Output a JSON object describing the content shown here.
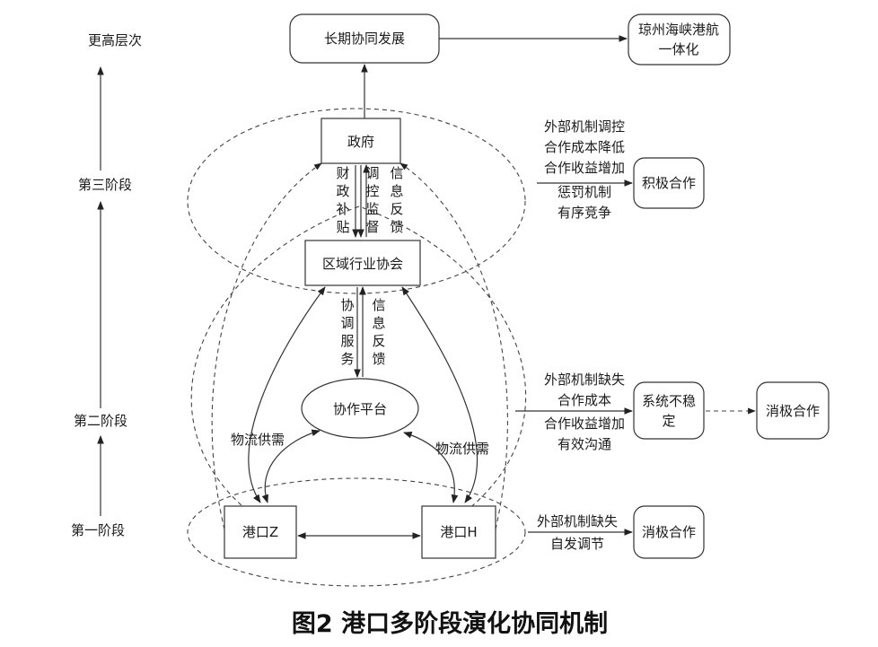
{
  "levels": {
    "higher": "更高层次",
    "stage3": "第三阶段",
    "stage2": "第二阶段",
    "stage1": "第一阶段"
  },
  "nodes": {
    "long_term": "长期协同发展",
    "integration": "琼州海峡港航一体化",
    "government": "政府",
    "association": "区域行业协会",
    "platform": "协作平台",
    "port_z": "港口Z",
    "port_h": "港口H",
    "positive": "积极合作",
    "unstable": "系统不稳定",
    "negative_mid": "消极合作",
    "negative_low": "消极合作"
  },
  "edge_labels": {
    "subsidy": "财政补贴",
    "regulate": "调控监督",
    "feedback_gov": "信息反馈",
    "coord_service": "协调服务",
    "feedback_assoc": "信息反馈",
    "logistics_left": "物流供需",
    "logistics_right": "物流供需"
  },
  "notes": {
    "stage3": [
      "外部机制调控",
      "合作成本降低",
      "合作收益增加",
      "惩罚机制",
      "有序竞争"
    ],
    "stage2": [
      "外部机制缺失",
      "合作成本",
      "合作收益增加",
      "有效沟通"
    ],
    "stage1": [
      "外部机制缺失",
      "自发调节"
    ]
  },
  "caption": "图2  港口多阶段演化协同机制"
}
